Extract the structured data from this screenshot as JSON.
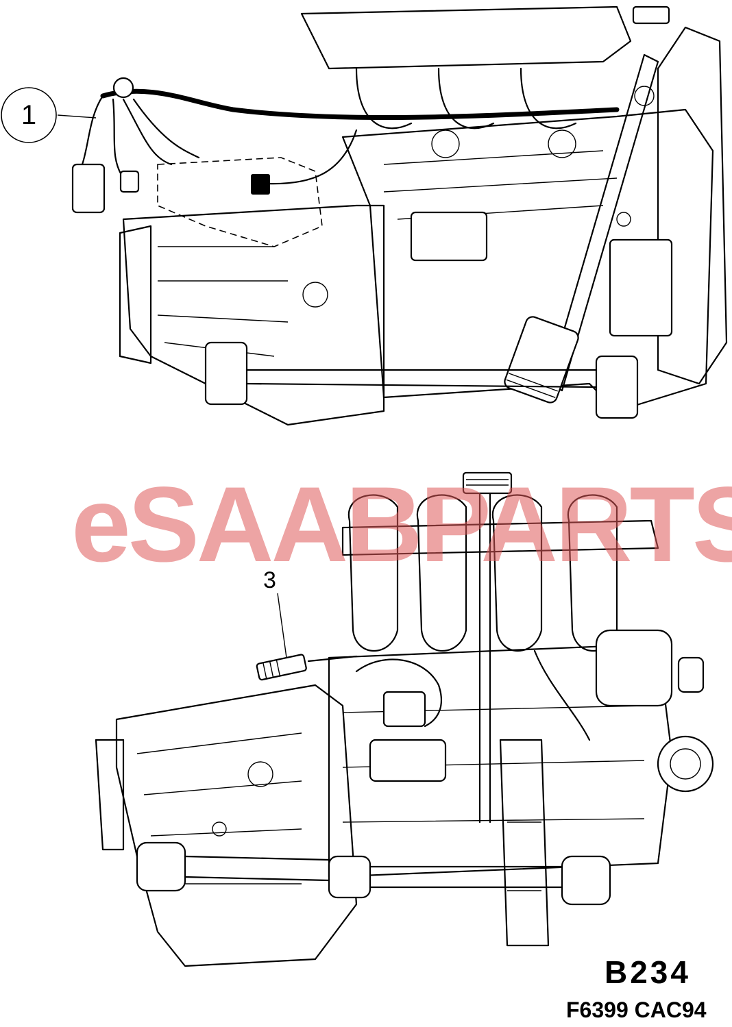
{
  "watermark": {
    "text": "eSAABPARTS",
    "color": "#de5a5a"
  },
  "callouts": [
    {
      "label": "1",
      "style": "circled"
    },
    {
      "label": "3",
      "style": "plain"
    }
  ],
  "diagram_code": "B234",
  "figure_reference": "F6399 CAC94"
}
